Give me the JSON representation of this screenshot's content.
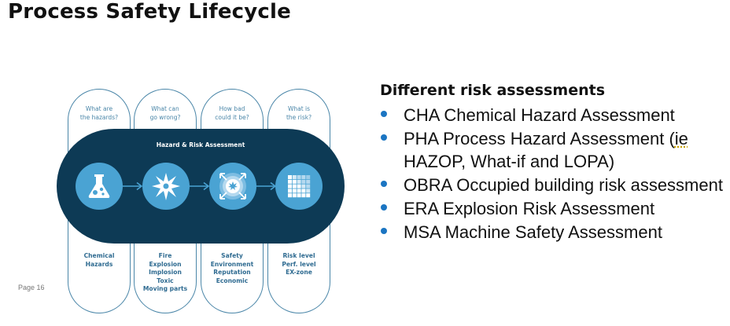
{
  "slide": {
    "title": "Process Safety Lifecycle",
    "page_label": "Page 16"
  },
  "diagram": {
    "center_title": "Hazard & Risk Assessment",
    "colors": {
      "outline": "#4a86a8",
      "pill": "#0d3a55",
      "icon_circle": "#4aa3d3",
      "answer_text": "#2f6b91"
    },
    "columns": [
      {
        "question": [
          "What are",
          "the hazards?"
        ],
        "icon": "flask-icon",
        "answers": [
          "Chemical",
          "Hazards"
        ]
      },
      {
        "question": [
          "What can",
          "go wrong?"
        ],
        "icon": "explosion-burst-icon",
        "answers": [
          "Fire",
          "Explosion",
          "Implosion",
          "Toxic",
          "Moving parts"
        ]
      },
      {
        "question": [
          "How bad",
          "could it be?"
        ],
        "icon": "impact-radius-icon",
        "answers": [
          "Safety",
          "Environment",
          "Reputation",
          "Economic"
        ]
      },
      {
        "question": [
          "What is",
          "the risk?"
        ],
        "icon": "risk-matrix-icon",
        "answers": [
          "Risk level",
          "Perf. level",
          "EX-zone"
        ]
      }
    ]
  },
  "panel": {
    "heading": "Different risk assessments",
    "bullet_color": "#1b75c2",
    "items": [
      {
        "text": "CHA Chemical Hazard Assessment"
      },
      {
        "text": "PHA Process Hazard Assessment (ie HAZOP, What-if and LOPA)",
        "main": "PHA Process Hazard Assessment (",
        "flagged": "ie",
        "rest": " HAZOP, What-if and LOPA)"
      },
      {
        "text": "OBRA Occupied building risk assessment"
      },
      {
        "text": "ERA Explosion Risk Assessment"
      },
      {
        "text": "MSA Machine Safety Assessment"
      }
    ]
  }
}
